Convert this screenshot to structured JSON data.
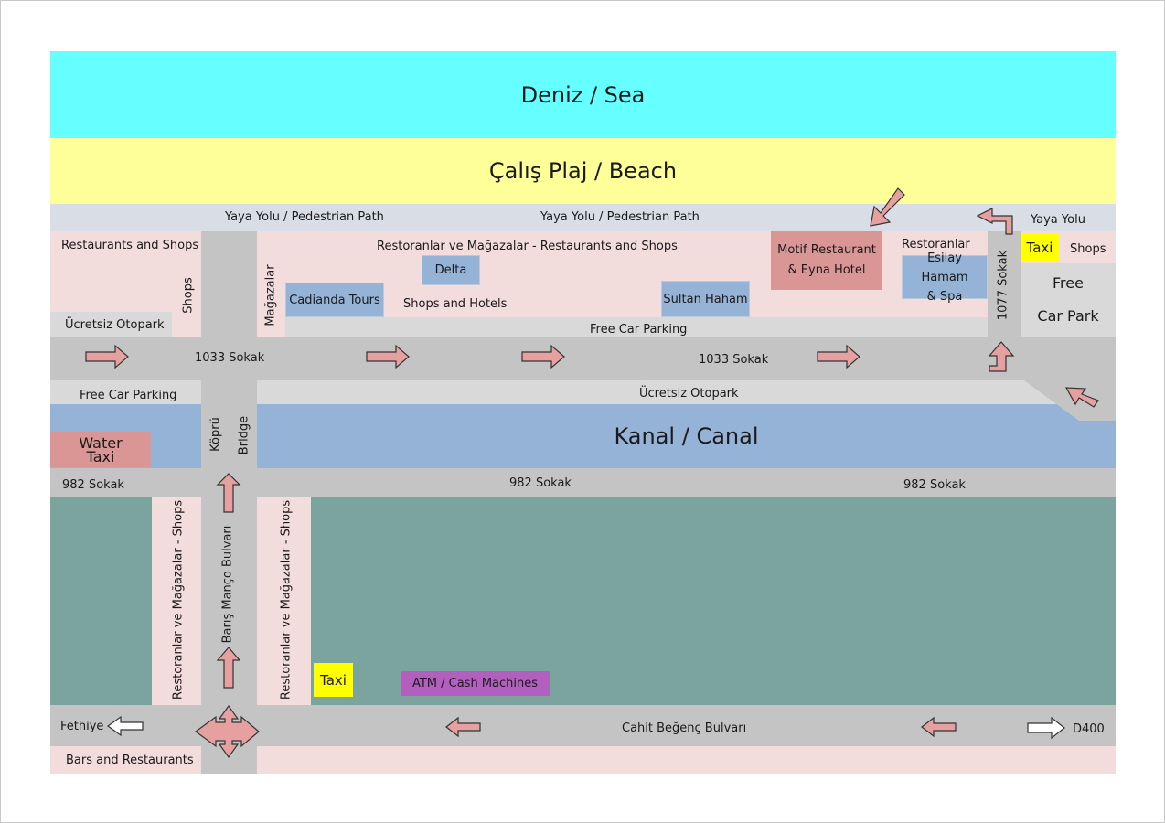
{
  "zones": {
    "sea": "Deniz / Sea",
    "beach": "Çalış Plaj / Beach",
    "canal": "Kanal / Canal"
  },
  "paths": {
    "pedestrian_left": "Yaya Yolu / Pedestrian Path",
    "pedestrian_mid": "Yaya Yolu / Pedestrian Path",
    "pedestrian_right": "Yaya Yolu"
  },
  "streets": {
    "sokak_1033_left": "1033 Sokak",
    "sokak_1033_right": "1033 Sokak",
    "sokak_1077": "1077 Sokak",
    "sokak_982_left": "982 Sokak",
    "sokak_982_mid": "982 Sokak",
    "sokak_982_right": "982 Sokak",
    "baris_manco": "Barış Manço Bulvarı",
    "cahit_begenc": "Cahit Beğenç Bulvarı",
    "fethiye": "Fethiye",
    "d400": "D400"
  },
  "bridge": {
    "kopru": "Köprü",
    "bridge": "Bridge"
  },
  "parking": {
    "ucretsiz_left": "Ücretsiz Otopark",
    "free_left": "Free Car Parking",
    "free_top": "Free Car Parking",
    "ucretsiz_canal": "Ücretsiz Otopark",
    "free_car_park_line1": "Free",
    "free_car_park_line2": "Car Park"
  },
  "areas": {
    "restaurants_shops_left": "Restaurants and Shops",
    "shops_vertical": "Shops",
    "magazalar_vertical": "Mağazalar",
    "restoranlar_banner": "Restoranlar ve Mağazalar - Restaurants and Shops",
    "shops_hotels": "Shops and Hotels",
    "restoranlar_right": "Restoranlar",
    "shops_right": "Shops",
    "shops_south_left": "Restoranlar ve Mağazalar - Shops",
    "shops_south_right": "Restoranlar ve Mağazalar - Shops",
    "bars_restaurants": "Bars and Restaurants"
  },
  "places": {
    "delta": "Delta",
    "cadianda": "Cadianda Tours",
    "sultan": "Sultan Haham",
    "motif_line1": "Motif Restaurant",
    "motif_line2": "& Eyna Hotel",
    "esilay_line1": "Esilay Hamam",
    "esilay_line2": "& Spa",
    "water_taxi_line1": "Water",
    "water_taxi_line2": "Taxi",
    "taxi_top": "Taxi",
    "taxi_bottom": "Taxi",
    "atm": "ATM / Cash Machines"
  },
  "colors": {
    "sea": "#66ffff",
    "beach": "#ffff99",
    "canal": "#95b3d7",
    "road": "#c4c4c4",
    "shop_area": "#f2dcdc",
    "land": "#7aa49d",
    "hotel_box": "#da9694",
    "taxi": "#ffff00",
    "atm": "#b35fbf",
    "arrow": "#e6a0a0"
  }
}
